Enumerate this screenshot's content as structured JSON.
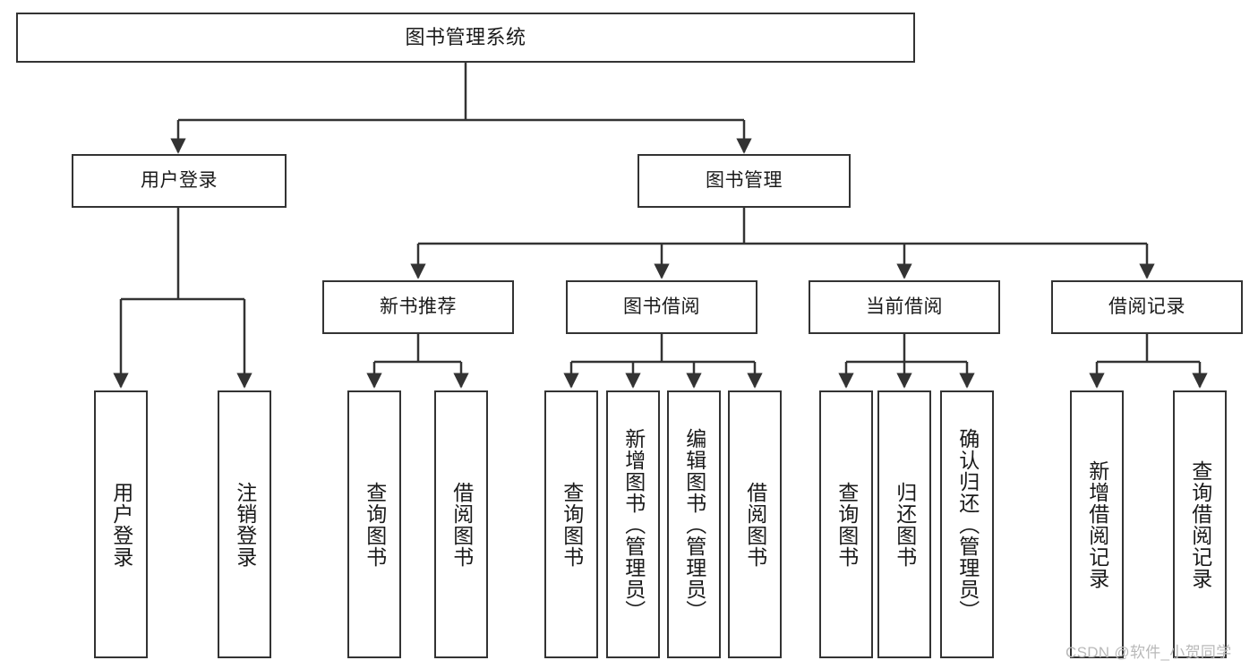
{
  "diagram": {
    "title": "图书管理系统",
    "stroke_color": "#333333",
    "fill_color": "#ffffff",
    "text_color": "#1a1a1a",
    "root": {
      "label": "图书管理系统"
    },
    "level1": [
      {
        "label": "用户登录"
      },
      {
        "label": "图书管理"
      }
    ],
    "level2": [
      {
        "label": "新书推荐"
      },
      {
        "label": "图书借阅"
      },
      {
        "label": "当前借阅"
      },
      {
        "label": "借阅记录"
      }
    ],
    "leaves": {
      "user_login": [
        {
          "label": "用户登录"
        },
        {
          "label": "注销登录"
        }
      ],
      "new_book_recommend": [
        {
          "label": "查询图书"
        },
        {
          "label": "借阅图书"
        }
      ],
      "book_borrow": [
        {
          "label": "查询图书"
        },
        {
          "label": "新增图书（管理员）"
        },
        {
          "label": "编辑图书（管理员）"
        },
        {
          "label": "借阅图书"
        }
      ],
      "current_borrow": [
        {
          "label": "查询图书"
        },
        {
          "label": "归还图书"
        },
        {
          "label": "确认归还（管理员）"
        }
      ],
      "borrow_record": [
        {
          "label": "新增借阅记录"
        },
        {
          "label": "查询借阅记录"
        }
      ]
    }
  },
  "watermark": {
    "text": "CSDN @软件_小贺同学"
  }
}
